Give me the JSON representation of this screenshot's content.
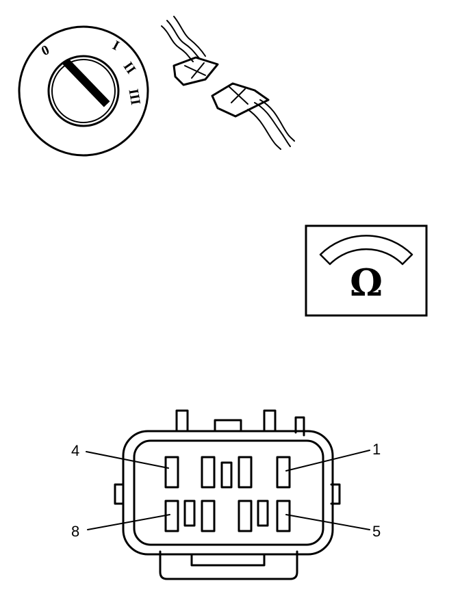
{
  "ignition": {
    "positions": [
      "0",
      "I",
      "II",
      "III"
    ]
  },
  "ohmmeter": {
    "symbol": "Ω"
  },
  "connector": {
    "pin_labels": {
      "top_left": "4",
      "top_right": "1",
      "bottom_left": "8",
      "bottom_right": "5"
    }
  }
}
